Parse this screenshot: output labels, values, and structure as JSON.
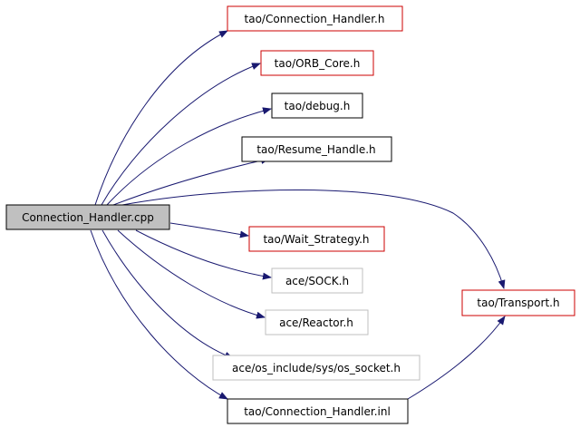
{
  "diagram": {
    "source": {
      "id": "src",
      "label": "Connection_Handler.cpp",
      "fill": "#c0c0c0",
      "stroke": "#000000"
    },
    "nodes": [
      {
        "id": "conn_h",
        "label": "tao/Connection_Handler.h",
        "stroke": "#cc0000"
      },
      {
        "id": "orb",
        "label": "tao/ORB_Core.h",
        "stroke": "#cc0000"
      },
      {
        "id": "debug",
        "label": "tao/debug.h",
        "stroke": "#000000"
      },
      {
        "id": "resume",
        "label": "tao/Resume_Handle.h",
        "stroke": "#000000"
      },
      {
        "id": "wait",
        "label": "tao/Wait_Strategy.h",
        "stroke": "#cc0000"
      },
      {
        "id": "sock",
        "label": "ace/SOCK.h",
        "stroke": "#bfbfbf"
      },
      {
        "id": "reactor",
        "label": "ace/Reactor.h",
        "stroke": "#bfbfbf"
      },
      {
        "id": "ossock",
        "label": "ace/os_include/sys/os_socket.h",
        "stroke": "#bfbfbf"
      },
      {
        "id": "conn_inl",
        "label": "tao/Connection_Handler.inl",
        "stroke": "#000000"
      },
      {
        "id": "transport",
        "label": "tao/Transport.h",
        "stroke": "#cc0000"
      }
    ],
    "edges": [
      {
        "from": "src",
        "to": "conn_h"
      },
      {
        "from": "src",
        "to": "orb"
      },
      {
        "from": "src",
        "to": "debug"
      },
      {
        "from": "src",
        "to": "resume"
      },
      {
        "from": "src",
        "to": "transport"
      },
      {
        "from": "src",
        "to": "wait"
      },
      {
        "from": "src",
        "to": "sock"
      },
      {
        "from": "src",
        "to": "reactor"
      },
      {
        "from": "src",
        "to": "ossock"
      },
      {
        "from": "src",
        "to": "conn_inl"
      },
      {
        "from": "conn_inl",
        "to": "transport"
      }
    ],
    "edge_color": "#191970"
  }
}
